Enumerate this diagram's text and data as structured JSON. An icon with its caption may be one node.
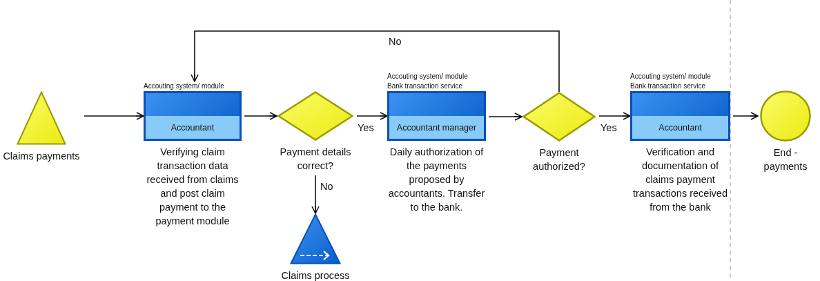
{
  "diagram": {
    "nodes": [
      {
        "text": [
          "Claims payments"
        ]
      },
      {
        "text": [
          "Accountant",
          "Verifying claim transaction data received from claims and post claim payment to the payment module"
        ],
        "beside": [
          "Accouting system/ module"
        ]
      },
      {
        "text": [
          "Payment details correct?"
        ]
      },
      {
        "text": [
          "Claims process"
        ]
      },
      {
        "text": [
          "Accountant manager",
          "Daily authorization of the payments proposed by accountants. Transfer to the bank."
        ],
        "beside": [
          "Accouting system/ module",
          "Bank transaction service"
        ]
      },
      {
        "text": [
          "Payment authorized?"
        ]
      },
      {
        "text": [
          "Accountant",
          "Verification and documentation of claims payment transactions received from the bank"
        ],
        "beside": [
          "Accouting system/ module",
          "Bank transaction service"
        ]
      },
      {
        "text": [
          "End - payments"
        ]
      }
    ],
    "edges": [
      {
        "from": 0,
        "to": 1,
        "arrow": "to"
      },
      {
        "from": 1,
        "to": 2,
        "arrow": "to"
      },
      {
        "from": 2,
        "to": 4,
        "arrow": "to",
        "label": "Yes"
      },
      {
        "from": 2,
        "to": 3,
        "arrow": "to",
        "label": "No"
      },
      {
        "from": 4,
        "to": 5,
        "arrow": "to"
      },
      {
        "from": 5,
        "to": 6,
        "arrow": "to",
        "label": "Yes"
      },
      {
        "from": 5,
        "to": 1,
        "arrow": "to",
        "label": "No"
      },
      {
        "from": 6,
        "to": 7,
        "arrow": "to"
      }
    ]
  }
}
